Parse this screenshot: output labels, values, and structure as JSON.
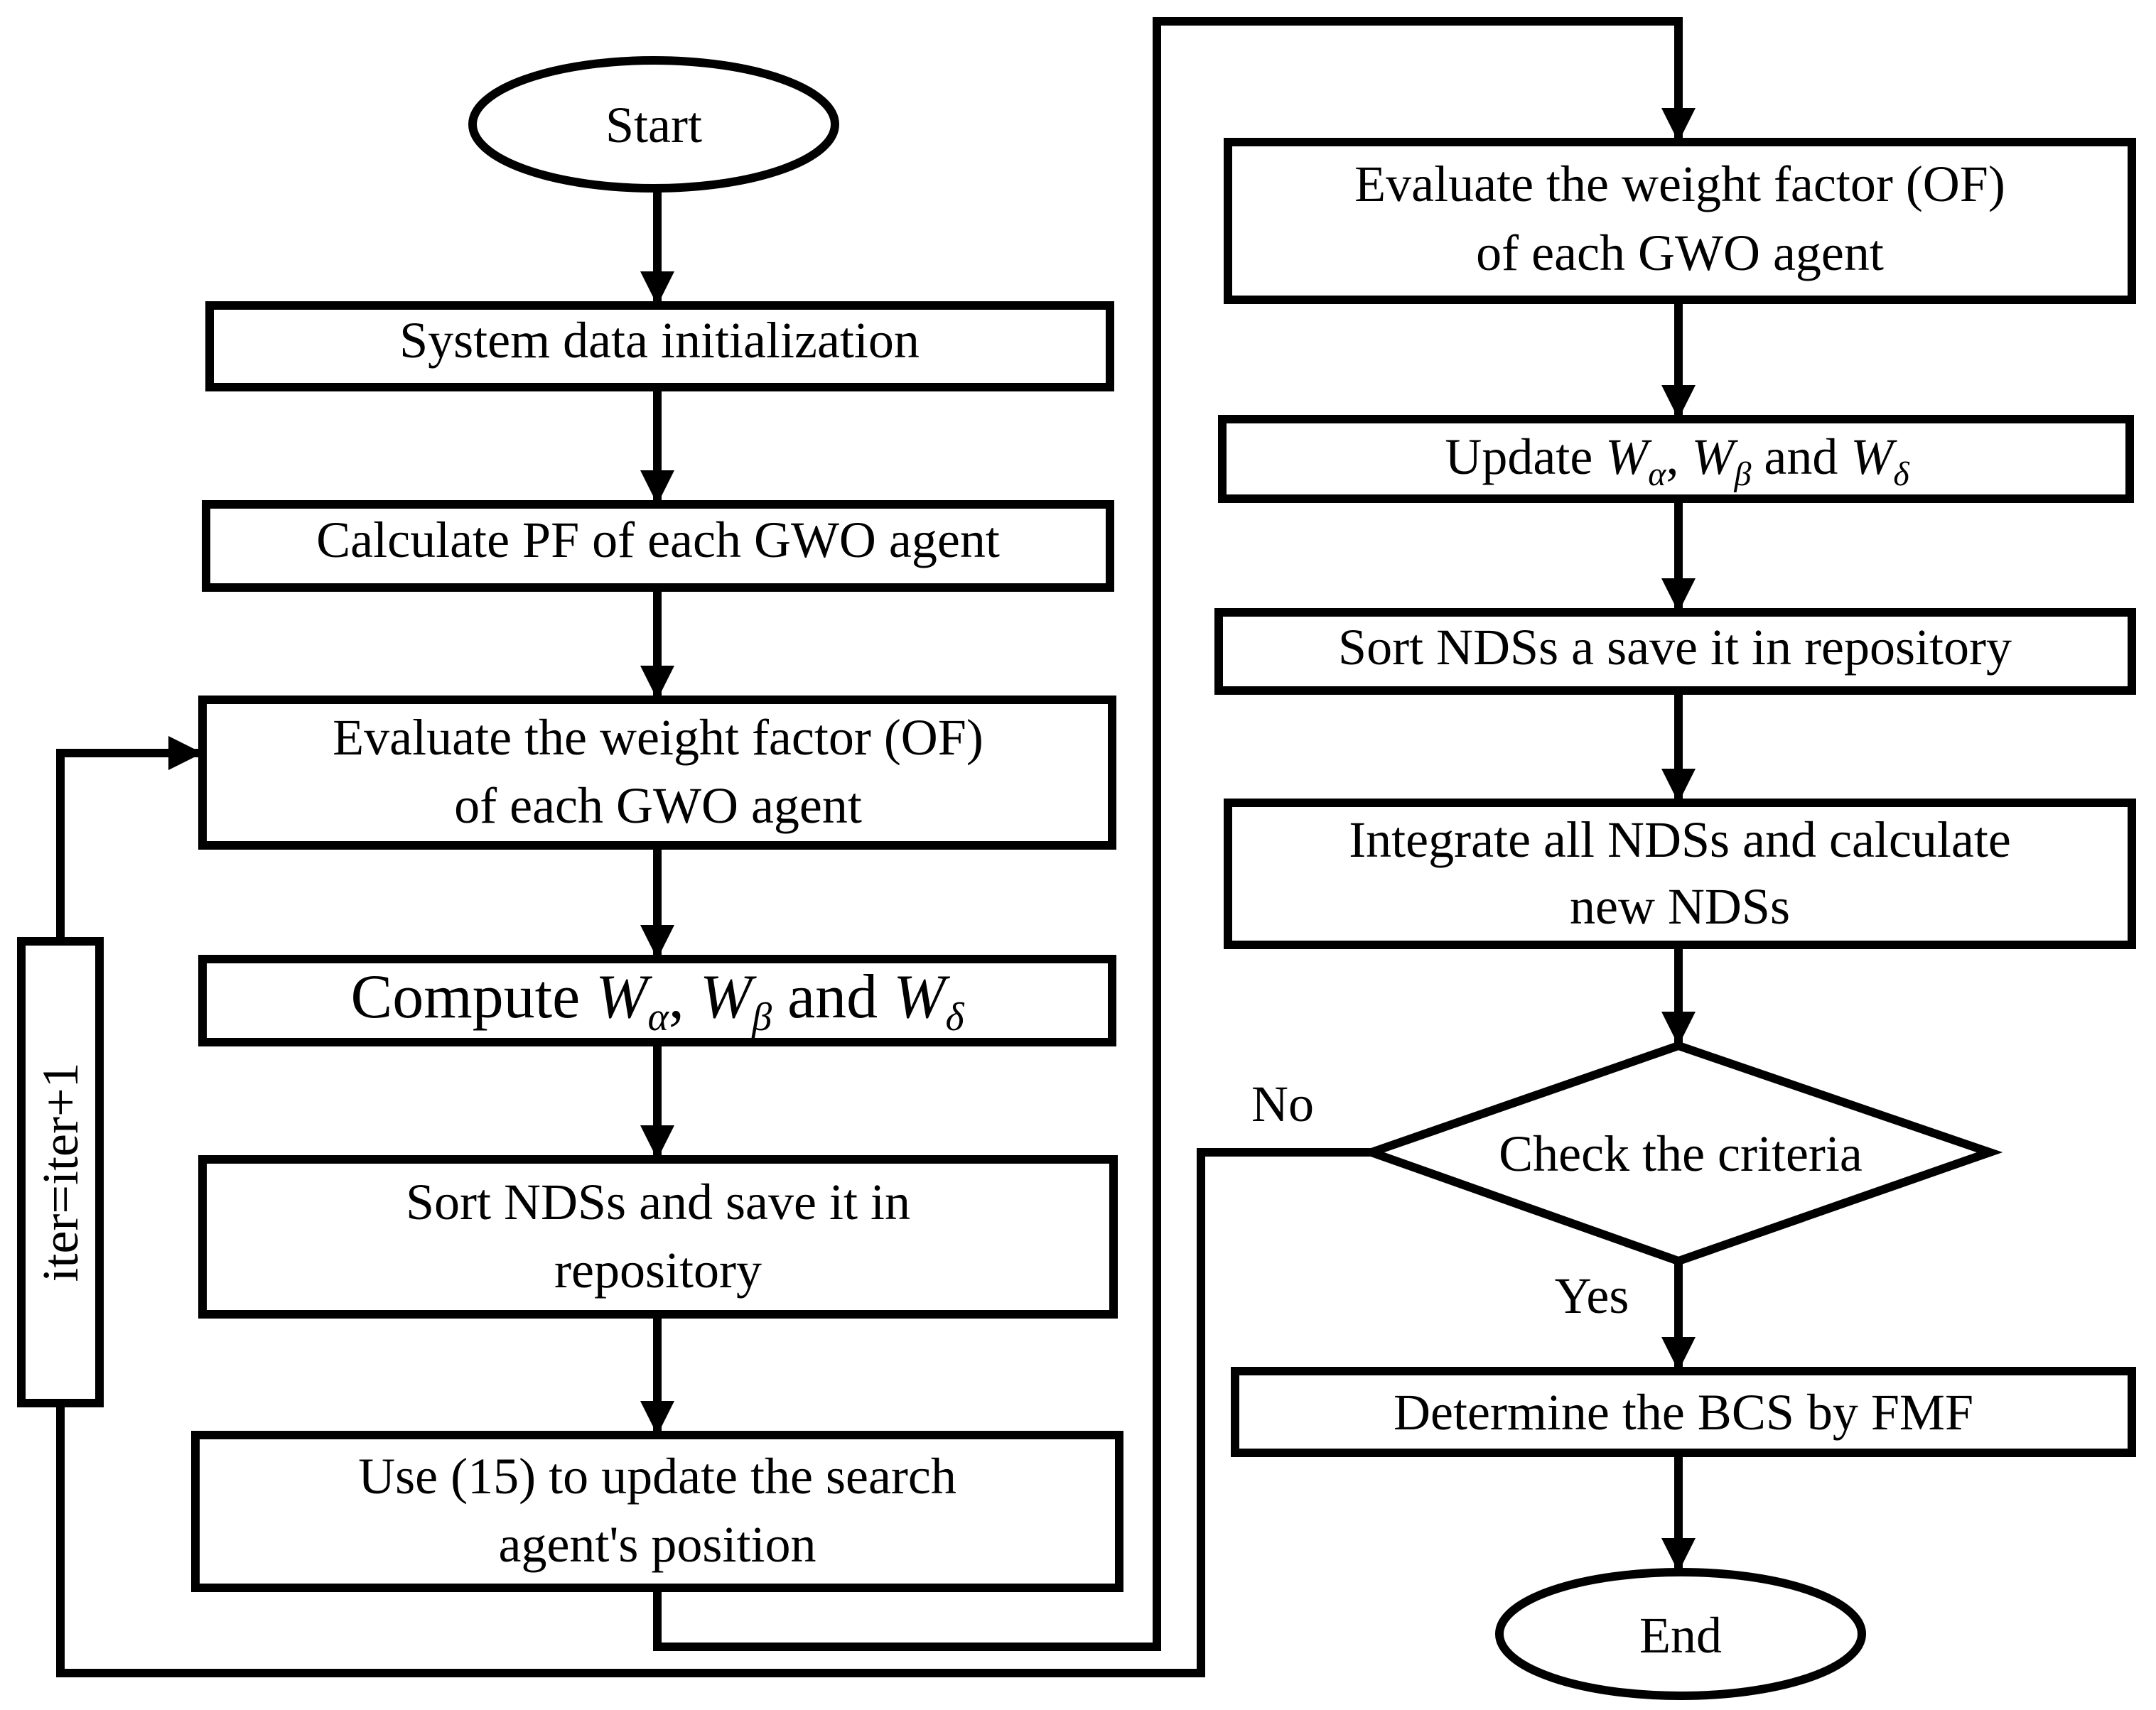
{
  "flowchart": {
    "start": "Start",
    "end": "End",
    "left_column": {
      "init": "System data initialization",
      "calc_pf": "Calculate PF of each GWO agent",
      "eval_line1": "Evaluate the weight factor (OF)",
      "eval_line2": "of each GWO agent",
      "compute": {
        "word": "Compute",
        "w1": "W",
        "sub1": "α",
        "comma": ",",
        "w2": "W",
        "sub2": "β",
        "and": "and",
        "w3": "W",
        "sub3": "δ"
      },
      "sort_line1": "Sort NDSs and save it in",
      "sort_line2": "repository",
      "use_line1": "Use (15) to update the search",
      "use_line2": "agent's position"
    },
    "loop_label": "iter=iter+1",
    "right_column": {
      "eval_line1": "Evaluate the weight factor (OF)",
      "eval_line2": "of each GWO agent",
      "update": {
        "word": "Update",
        "w1": "W",
        "sub1": "α",
        "comma": ",",
        "w2": "W",
        "sub2": "β",
        "and": "and",
        "w3": "W",
        "sub3": "δ"
      },
      "sort": "Sort NDSs a save it in repository",
      "integrate_line1": "Integrate all NDSs and calculate",
      "integrate_line2": "new NDSs",
      "decision": "Check the criteria",
      "no_label": "No",
      "yes_label": "Yes",
      "determine": "Determine the BCS by FMF"
    }
  }
}
